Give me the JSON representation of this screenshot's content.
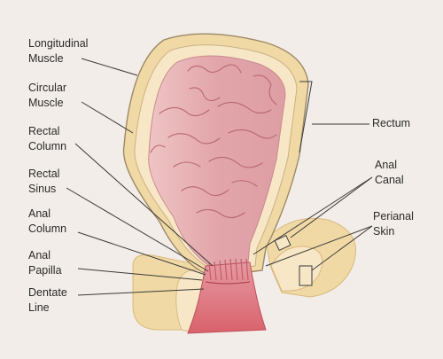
{
  "colors": {
    "background": "#f2ede8",
    "muscle_outer": "#f1d9a6",
    "muscle_inner": "#f7e7c6",
    "rectum_fill": "#e2a5aa",
    "rectum_fill_light": "#efc4c4",
    "canal_fill": "#d9616b",
    "fold_stroke": "#b8686f",
    "leader_stroke": "#3a3a3a"
  },
  "labels": {
    "longitudinal_muscle": [
      "Longitudinal",
      "Muscle"
    ],
    "circular_muscle": [
      "Circular",
      "Muscle"
    ],
    "rectal_column": [
      "Rectal",
      "Column"
    ],
    "rectal_sinus": [
      "Rectal",
      "Sinus"
    ],
    "anal_column": [
      "Anal",
      "Column"
    ],
    "anal_papilla": [
      "Anal",
      "Papilla"
    ],
    "dentate_line": [
      "Dentate",
      "Line"
    ],
    "rectum": [
      "Rectum"
    ],
    "anal_canal": [
      "Anal",
      "Canal"
    ],
    "perianal_skin": [
      "Perianal",
      "Skin"
    ]
  }
}
